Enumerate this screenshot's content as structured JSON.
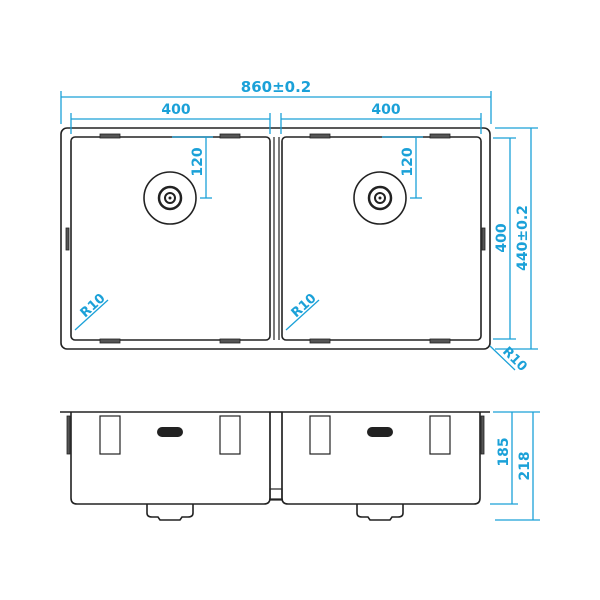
{
  "drawing": {
    "title": "Double bowl undermount sink technical drawing",
    "colors": {
      "dimension": "#1ba1d8",
      "outline": "#222222"
    },
    "top_view": {
      "overall_width": "860±0.2",
      "bowl_width_left": "400",
      "bowl_width_right": "400",
      "drain_offset_left": "120",
      "drain_offset_right": "120",
      "corner_radius_left": "R10",
      "corner_radius_right": "R10",
      "bowl_depth_inner": "400",
      "overall_depth": "440±0.2",
      "outer_corner_radius": "R10"
    },
    "side_view": {
      "bowl_height": "185",
      "overall_height": "218"
    }
  }
}
